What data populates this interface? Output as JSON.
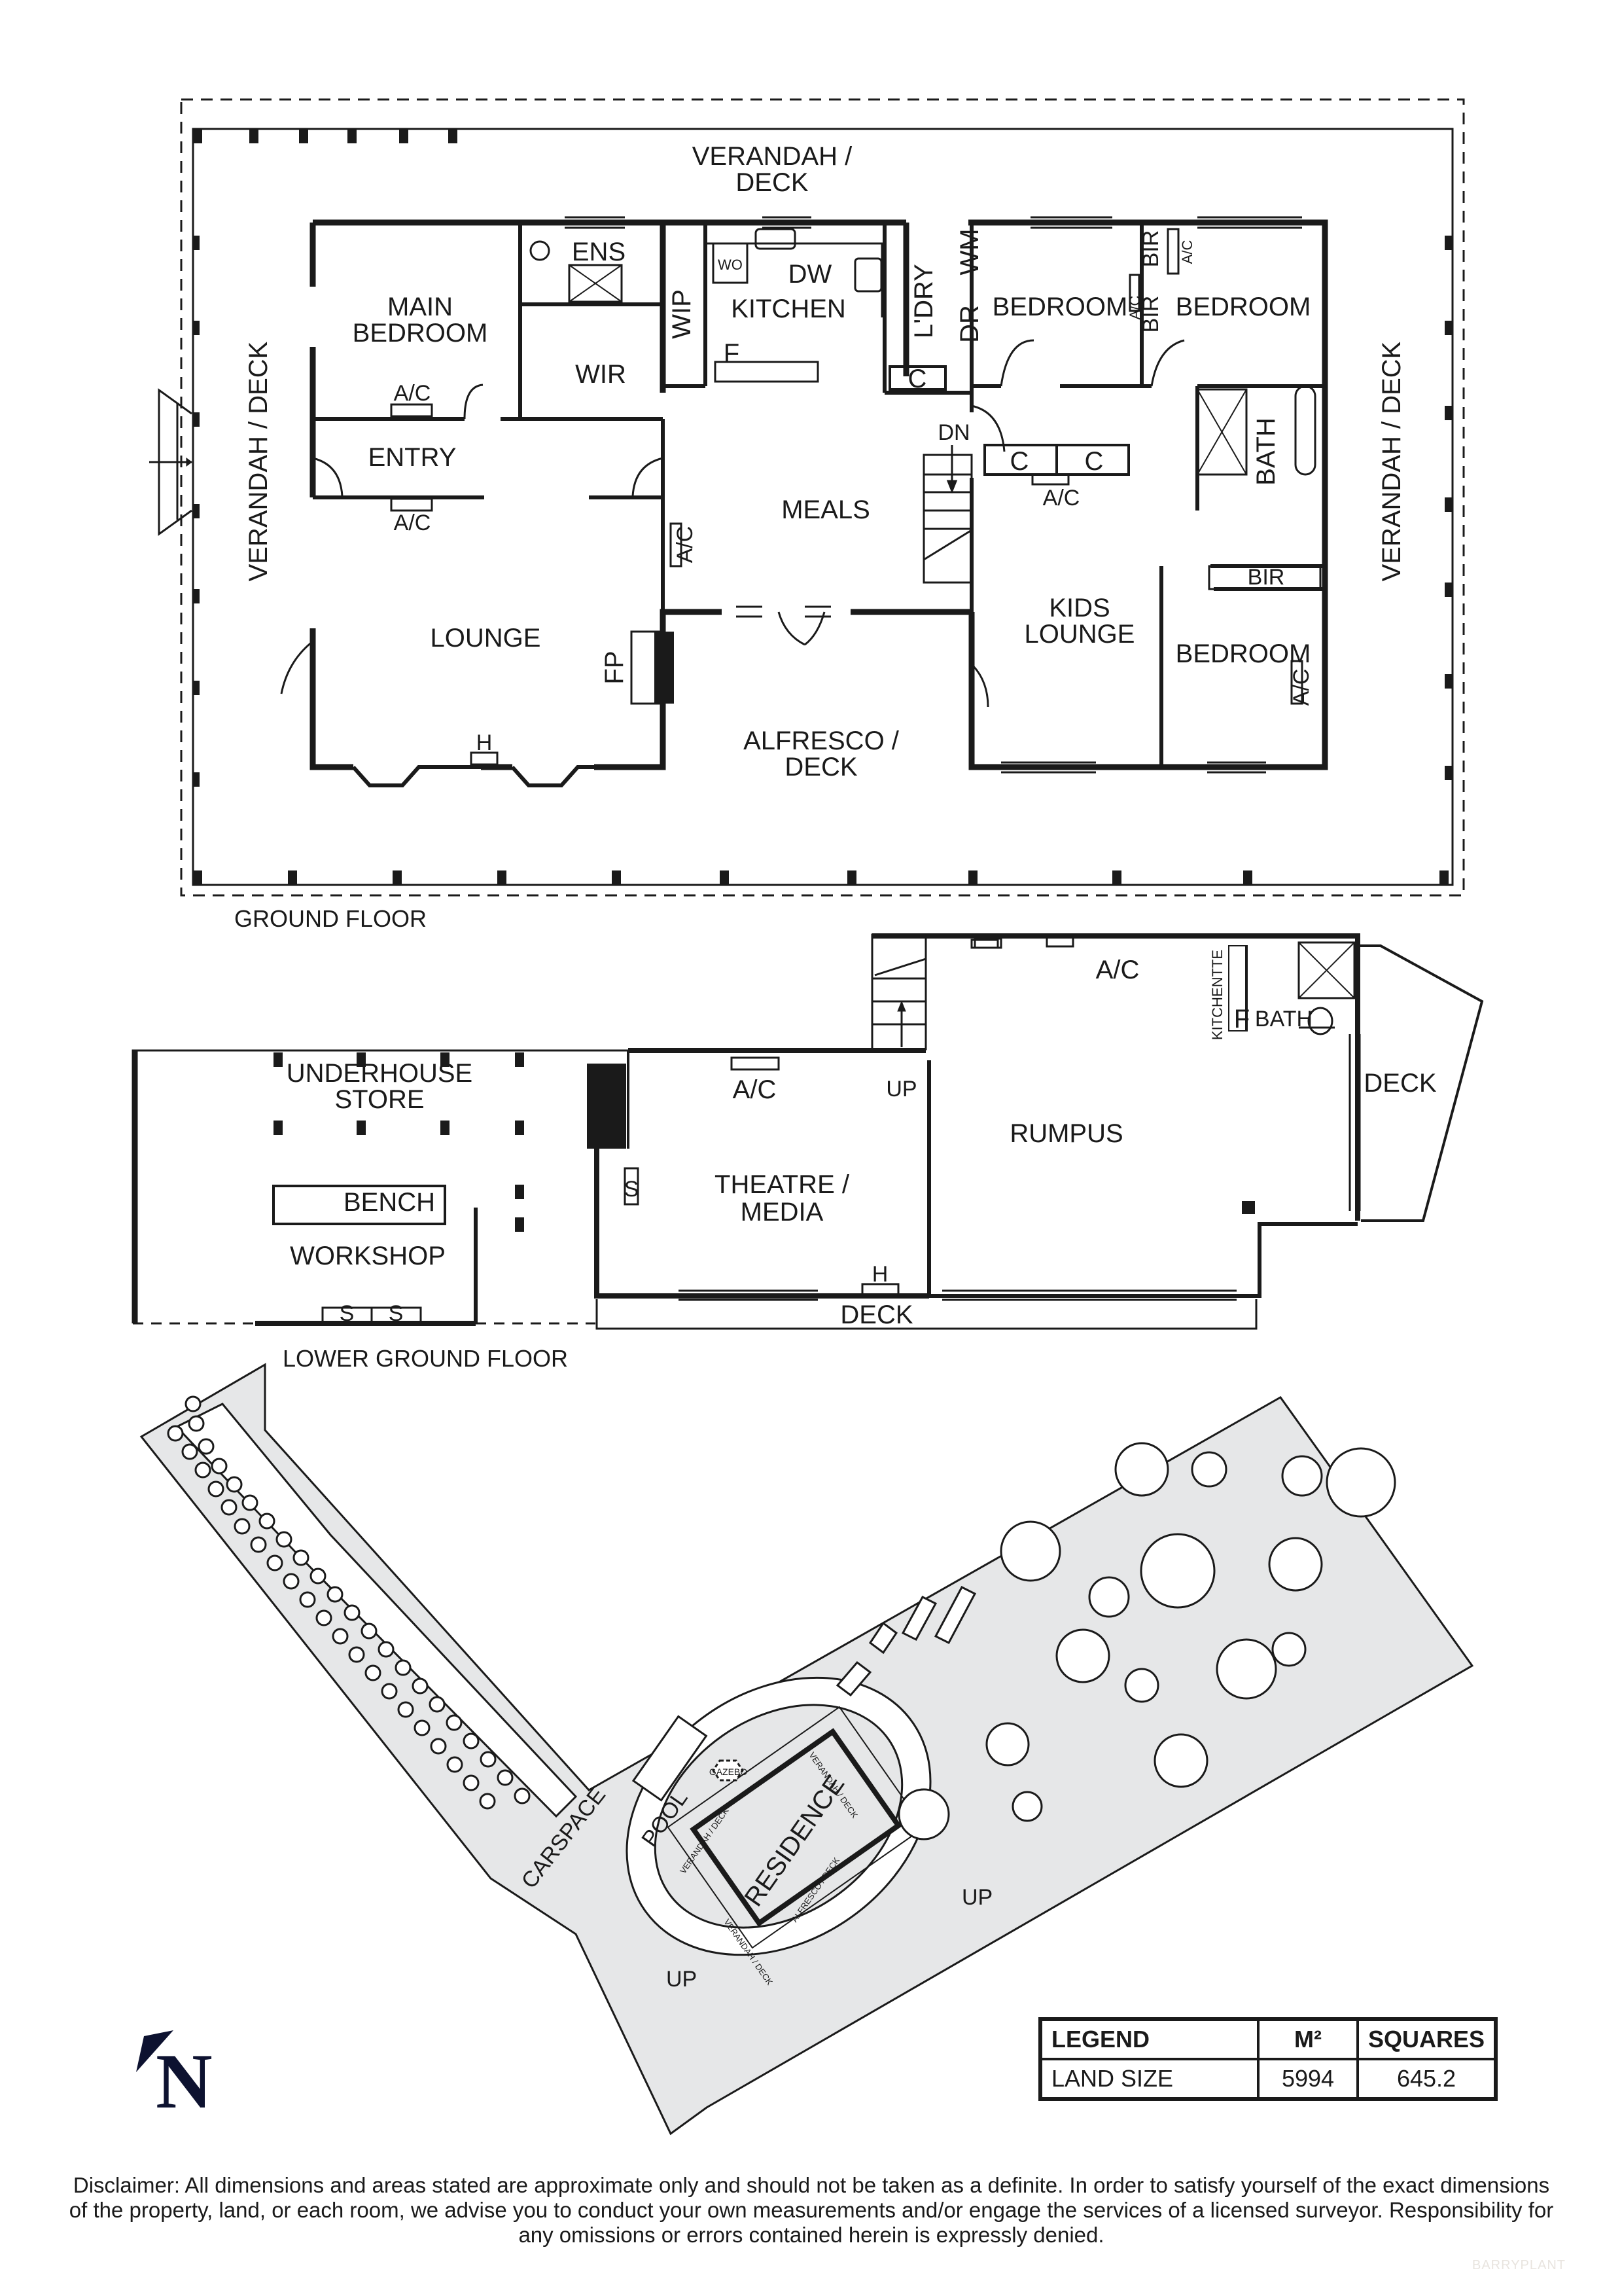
{
  "ground_floor": {
    "title": "GROUND FLOOR",
    "rooms": {
      "verandah_top": [
        "VERANDAH /",
        "DECK"
      ],
      "verandah_left": "VERANDAH / DECK",
      "verandah_right": "VERANDAH / DECK",
      "main_bedroom": [
        "MAIN",
        "BEDROOM"
      ],
      "ens": "ENS",
      "wir": "WIR",
      "wip": "WIP",
      "kitchen": "KITCHEN",
      "dw": "DW",
      "wo": "WO",
      "fridge": "F",
      "laundry": "L'DRY",
      "wm": "WM",
      "dr": "DR",
      "bedroom_2": "BEDROOM",
      "bedroom_3": "BEDROOM",
      "bir_1": "BIR",
      "bir_2": "BIR",
      "bir_3": "BIR",
      "entry": "ENTRY",
      "meals": "MEALS",
      "lounge": "LOUNGE",
      "fp": "FP",
      "heater": "H",
      "alfresco": [
        "ALFRESCO /",
        "DECK"
      ],
      "kids_lounge": [
        "KIDS",
        "LOUNGE"
      ],
      "bath": "BATH",
      "bedroom_4": "BEDROOM",
      "dn": "DN",
      "ac": "A/C",
      "cupboard": "C"
    }
  },
  "lower_ground_floor": {
    "title": "LOWER GROUND FLOOR",
    "rooms": {
      "underhouse_store": [
        "UNDERHOUSE",
        "STORE"
      ],
      "bench": "BENCH",
      "workshop": "WORKSHOP",
      "shelf": "S",
      "theatre": [
        "THEATRE /",
        "MEDIA"
      ],
      "ac": "A/C",
      "up": "UP",
      "heater": "H",
      "rumpus": "RUMPUS",
      "kitchenette": "KITCHENTTE",
      "fridge": "F",
      "bath": "BATH",
      "deck_side": "DECK",
      "deck_bottom": "DECK"
    }
  },
  "site_plan": {
    "labels": {
      "carspace": "CARSPACE",
      "pool": "POOL",
      "gazebo": "GAZEBO",
      "residence": "RESIDENCE",
      "verandah": "VERANDAH / DECK",
      "alfresco": "ALFRESCO / DECK",
      "up": "UP"
    },
    "colors": {
      "land_fill": "#e6e7e8",
      "line": "#1a1a1a"
    }
  },
  "north_arrow": {
    "letter": "N",
    "color": "#0d1230"
  },
  "legend": {
    "headers": [
      "LEGEND",
      "M²",
      "SQUARES"
    ],
    "rows": [
      {
        "label": "LAND SIZE",
        "m2": "5994",
        "squares": "645.2"
      }
    ]
  },
  "disclaimer": "Disclaimer: All dimensions and areas stated are approximate only and should not be taken as a definite. In order to satisfy yourself of the exact dimensions of the property, land, or each room, we advise you to conduct your own measurements and/or engage the services of a licensed surveyor. Responsibility for any omissions or errors contained herein is expressly denied.",
  "watermark": "BARRYPLANT"
}
